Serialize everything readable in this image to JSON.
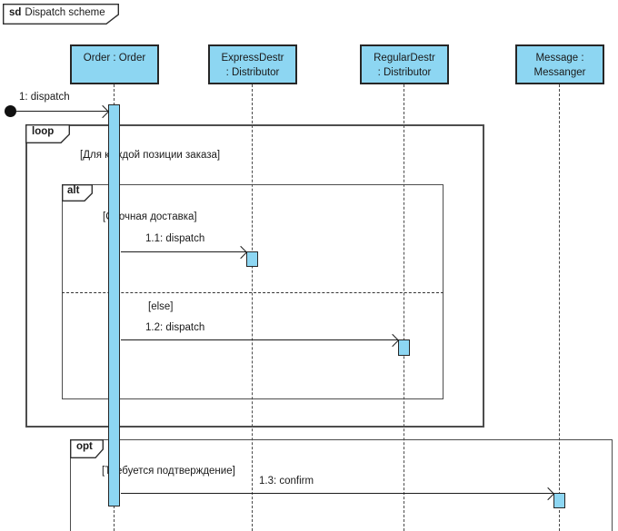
{
  "diagram_label": {
    "keyword": "sd",
    "name": "Dispatch scheme"
  },
  "lifelines": [
    {
      "id": "order",
      "line1": "Order : Order",
      "line2": ""
    },
    {
      "id": "express-destr",
      "line1": "ExpressDestr",
      "line2": ": Distributor"
    },
    {
      "id": "regular-destr",
      "line1": "RegularDestr",
      "line2": ": Distributor"
    },
    {
      "id": "messanger",
      "line1": "Message :",
      "line2": "Messanger"
    }
  ],
  "fragments": {
    "loop": {
      "operator": "loop",
      "guard": "[Для каждой позиции заказа]"
    },
    "alt": {
      "operator": "alt",
      "guard_if": "[Срочная доставка]",
      "guard_else": "[else]"
    },
    "opt": {
      "operator": "opt",
      "guard": "[Требуется подтверждение]"
    }
  },
  "messages": {
    "m1": {
      "label": "1: dispatch"
    },
    "m1_1": {
      "label": "1.1: dispatch"
    },
    "m1_2": {
      "label": "1.2: dispatch"
    },
    "m1_3": {
      "label": "1.3: confirm"
    }
  },
  "colors": {
    "background": "#ffffff",
    "lifeline_fill": "#8dd6f2",
    "lifeline_border": "#262626",
    "frame_border": "#4d4d4d",
    "pentagon_border": "#2e2e2e",
    "message_line": "#1c1c1c",
    "text": "#1a1a1a"
  }
}
